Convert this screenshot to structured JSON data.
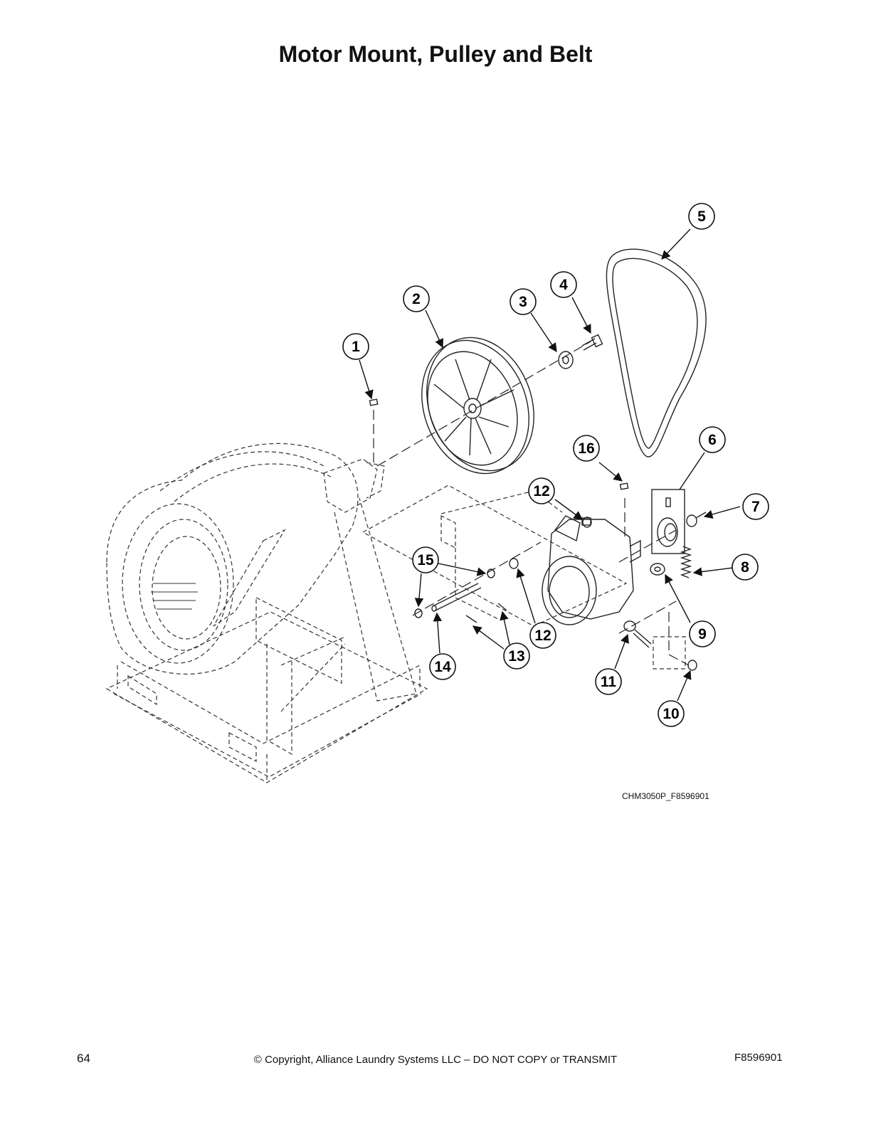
{
  "page": {
    "title": "Motor Mount, Pulley and Belt",
    "figure_code": "CHM3050P_F8596901"
  },
  "callouts": [
    {
      "id": "1",
      "label": "1"
    },
    {
      "id": "2",
      "label": "2"
    },
    {
      "id": "3",
      "label": "3"
    },
    {
      "id": "4",
      "label": "4"
    },
    {
      "id": "5",
      "label": "5"
    },
    {
      "id": "6",
      "label": "6"
    },
    {
      "id": "7",
      "label": "7"
    },
    {
      "id": "8",
      "label": "8"
    },
    {
      "id": "9",
      "label": "9"
    },
    {
      "id": "10",
      "label": "10"
    },
    {
      "id": "11",
      "label": "11"
    },
    {
      "id": "12a",
      "label": "12"
    },
    {
      "id": "12b",
      "label": "12"
    },
    {
      "id": "13",
      "label": "13"
    },
    {
      "id": "14",
      "label": "14"
    },
    {
      "id": "15",
      "label": "15"
    },
    {
      "id": "16",
      "label": "16"
    }
  ],
  "footer": {
    "page_number": "64",
    "copyright": "© Copyright, Alliance Laundry Systems LLC – DO NOT COPY or TRANSMIT",
    "doc_number": "F8596901"
  }
}
